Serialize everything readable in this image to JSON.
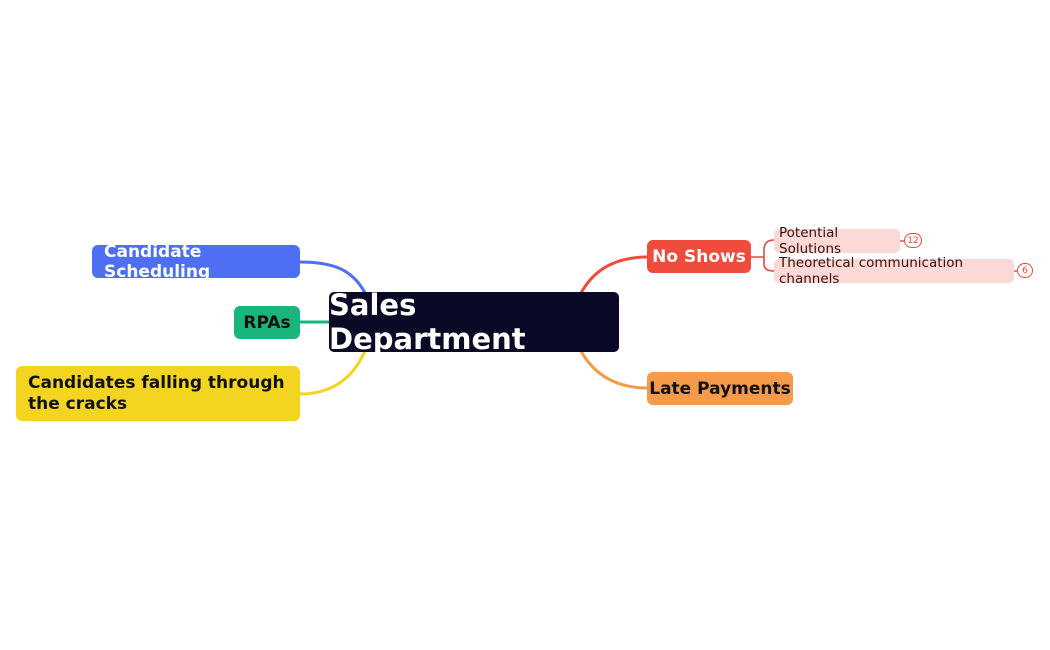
{
  "map": {
    "central": {
      "label": "Sales Department"
    },
    "left_topics": [
      {
        "label": "Candidate Scheduling",
        "color": "#4e6ef3"
      },
      {
        "label": "RPAs",
        "color": "#19b57c"
      },
      {
        "label": "Candidates falling through the cracks",
        "color": "#f3d421"
      }
    ],
    "right_topics": [
      {
        "label": "No Shows",
        "color": "#f04c3d",
        "children": [
          {
            "label": "Potential Solutions",
            "count": "12"
          },
          {
            "label": "Theoretical communication channels",
            "count": "6"
          }
        ]
      },
      {
        "label": "Late Payments",
        "color": "#f59a48"
      }
    ]
  }
}
